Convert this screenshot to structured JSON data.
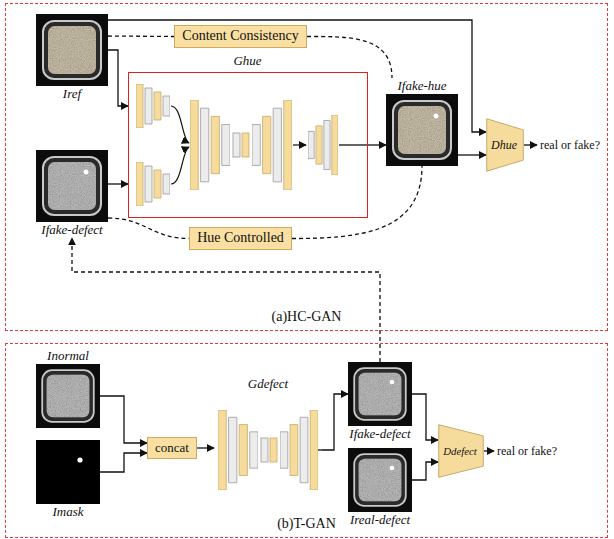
{
  "diagram": {
    "nodes": [
      {
        "text": [
          "(a)HC-GAN"
        ]
      },
      {
        "text": [
          "Iref"
        ],
        "in": 0
      },
      {
        "text": [
          "Content Consistency"
        ],
        "in": 0
      },
      {
        "text": [
          "Ghue"
        ],
        "in": 0
      },
      {
        "text": [
          "Ifake-hue"
        ],
        "in": 0
      },
      {
        "text": [
          "Dhue"
        ],
        "in": 0
      },
      {
        "text": [
          "Ifake-defect"
        ],
        "in": 0
      },
      {
        "text": [
          "Hue Controlled"
        ],
        "in": 0
      },
      {
        "text": [
          "(b)T-GAN"
        ]
      },
      {
        "text": [
          "Inormal"
        ],
        "in": 8
      },
      {
        "text": [
          "Imask"
        ],
        "in": 8
      },
      {
        "text": [
          "concat"
        ],
        "in": 8
      },
      {
        "text": [
          "Gdefect"
        ],
        "in": 8
      },
      {
        "text": [
          "Ifake-defect"
        ],
        "in": 8
      },
      {
        "text": [
          "Ireal-defect"
        ],
        "in": 8
      },
      {
        "text": [
          "Ddefect"
        ],
        "in": 8
      }
    ],
    "edges": [
      {
        "from": 1,
        "to": 3,
        "arrow": "to"
      },
      {
        "from": 6,
        "to": 3,
        "arrow": "to"
      },
      {
        "from": 3,
        "to": 4,
        "arrow": "to"
      },
      {
        "from": 1,
        "to": 5,
        "arrow": "to"
      },
      {
        "from": 4,
        "to": 5,
        "arrow": "to"
      },
      {
        "from": 1,
        "to": 2,
        "arrow": "none"
      },
      {
        "from": 2,
        "to": 4,
        "arrow": "none"
      },
      {
        "from": 6,
        "to": 7,
        "arrow": "none"
      },
      {
        "from": 7,
        "to": 4,
        "arrow": "none"
      },
      {
        "from": 13,
        "to": 6,
        "arrow": "to"
      },
      {
        "from": 9,
        "to": 11,
        "arrow": "to"
      },
      {
        "from": 10,
        "to": 11,
        "arrow": "to"
      },
      {
        "from": 11,
        "to": 12,
        "arrow": "to"
      },
      {
        "from": 12,
        "to": 13,
        "arrow": "to"
      },
      {
        "from": 13,
        "to": 15,
        "arrow": "to"
      },
      {
        "from": 14,
        "to": 15,
        "arrow": "to"
      }
    ],
    "labels": [
      "real or fake?",
      "real or fake?"
    ]
  }
}
